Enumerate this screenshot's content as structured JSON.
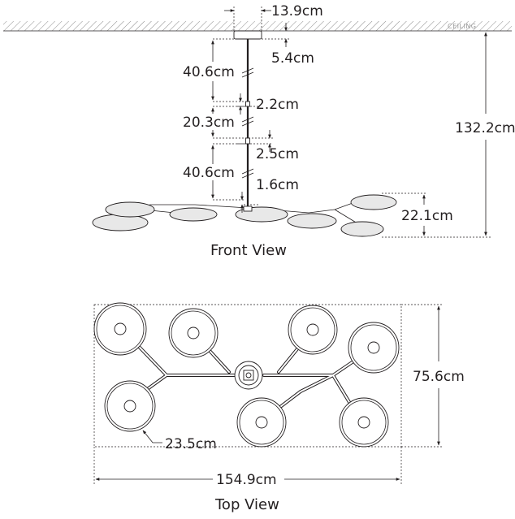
{
  "ceiling_label": "CEILING",
  "front_view": {
    "title": "Front View",
    "dims": {
      "canopy_width": "13.9cm",
      "canopy_height": "5.4cm",
      "stem_1": "40.6cm",
      "coupler_1": "2.2cm",
      "stem_2": "20.3cm",
      "coupler_2": "2.5cm",
      "stem_3": "40.6cm",
      "stem_bottom": "1.6cm",
      "fixture_height": "22.1cm",
      "overall_height": "132.2cm"
    }
  },
  "top_view": {
    "title": "Top View",
    "dims": {
      "overall_width": "154.9cm",
      "overall_depth": "75.6cm",
      "shade_diameter": "23.5cm"
    }
  }
}
